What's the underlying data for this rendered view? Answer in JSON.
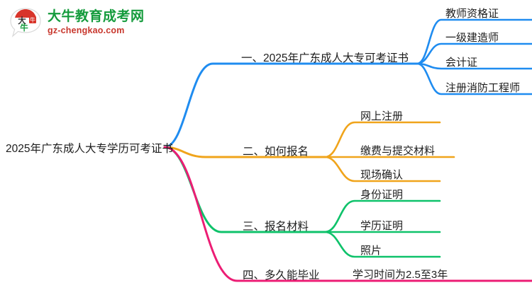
{
  "logo": {
    "mark_text": "大牛",
    "name_cn": "大牛教育成考网",
    "name_en": "gz-chengkao.com",
    "brand_green": "#149b3c",
    "brand_red": "#c8372d"
  },
  "mindmap": {
    "root": {
      "label": "2025年广东成人大专学历可考证书"
    },
    "branches": [
      {
        "index": "一",
        "label": "一、2025年广东成人大专可考证书",
        "color": "#1f8cf0",
        "leaves": [
          {
            "label": "教师资格证"
          },
          {
            "label": "一级建造师"
          },
          {
            "label": "会计证"
          },
          {
            "label": "注册消防工程师"
          }
        ]
      },
      {
        "index": "二",
        "label": "二、如何报名",
        "color": "#f0a41b",
        "leaves": [
          {
            "label": "网上注册"
          },
          {
            "label": "缴费与提交材料"
          },
          {
            "label": "现场确认"
          }
        ]
      },
      {
        "index": "三",
        "label": "三、报名材料",
        "color": "#0ec26a",
        "leaves": [
          {
            "label": "身份证明"
          },
          {
            "label": "学历证明"
          },
          {
            "label": "照片"
          }
        ]
      },
      {
        "index": "四",
        "label": "四、多久能毕业",
        "color": "#ec1d74",
        "leaves": [
          {
            "label": "学习时间为2.5至3年"
          }
        ]
      }
    ]
  }
}
